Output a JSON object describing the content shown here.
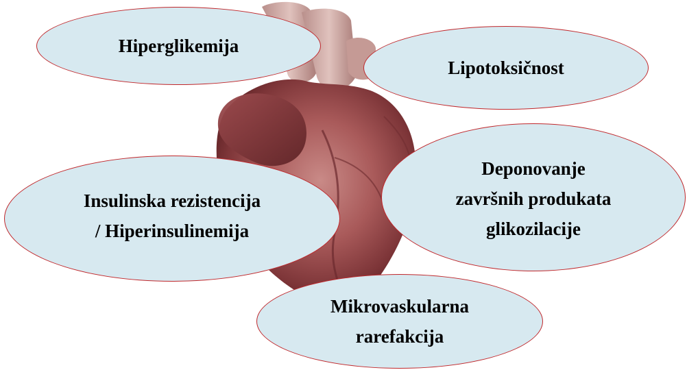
{
  "colors": {
    "bubble_fill": "#d7e9f0",
    "bubble_border": "#c0262a",
    "text": "#000000"
  },
  "heart_image": {
    "icon": "heart-anatomy-icon",
    "colors": {
      "dark": "#5a1f22",
      "mid": "#8a3a3d",
      "light": "#c27d7b",
      "vessel": "#cfa6a2"
    }
  },
  "bubbles": [
    {
      "id": "hiperglikemija",
      "lines": [
        "Hiperglikemija"
      ]
    },
    {
      "id": "lipotoksicnost",
      "lines": [
        "Lipotoksičnost"
      ]
    },
    {
      "id": "age",
      "lines": [
        "Deponovanje",
        "završnih produkata",
        "glikozilacije"
      ]
    },
    {
      "id": "insulin",
      "lines": [
        "Insulinska rezistencija",
        "/ Hiperinsulinemija"
      ]
    },
    {
      "id": "mikro",
      "lines": [
        "Mikrovaskularna",
        "rarefakcija"
      ]
    }
  ]
}
